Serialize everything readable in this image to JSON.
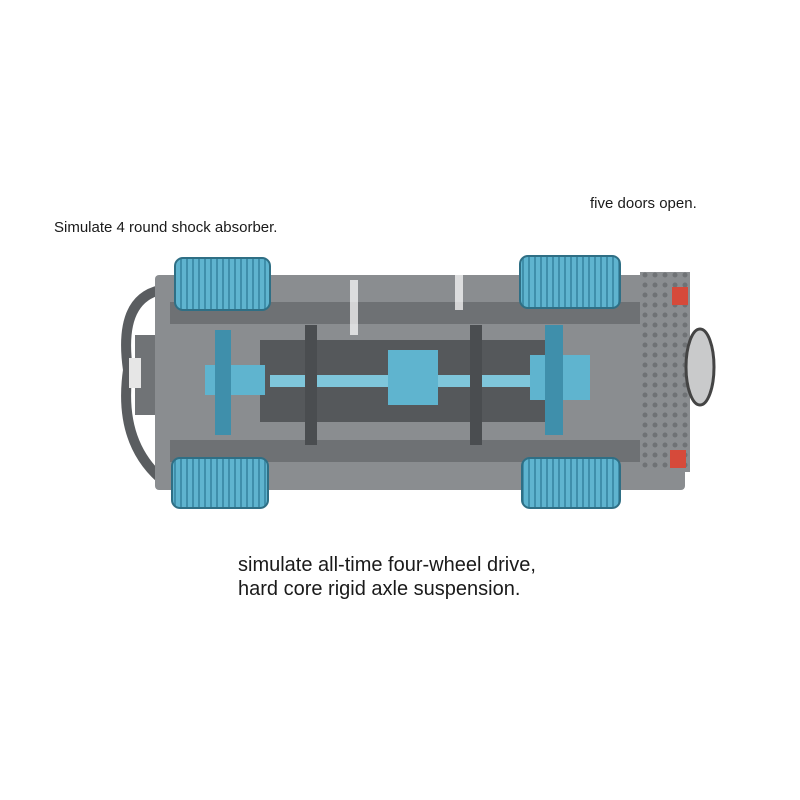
{
  "captions": {
    "shock_absorber": "Simulate 4 round shock absorber.",
    "doors": "five doors open.",
    "drive_line1": "simulate all-time four-wheel drive,",
    "drive_line2": "hard core rigid axle suspension."
  },
  "image": {
    "subject": "brick-built off-road vehicle chassis, underside view",
    "colors": {
      "frame_gray": "#8a8d90",
      "dark_gray": "#4a4d50",
      "wheel_blue": "#5fb4cf",
      "wheel_blue_dark": "#3f8fab",
      "red_light": "#d64a3a"
    }
  }
}
